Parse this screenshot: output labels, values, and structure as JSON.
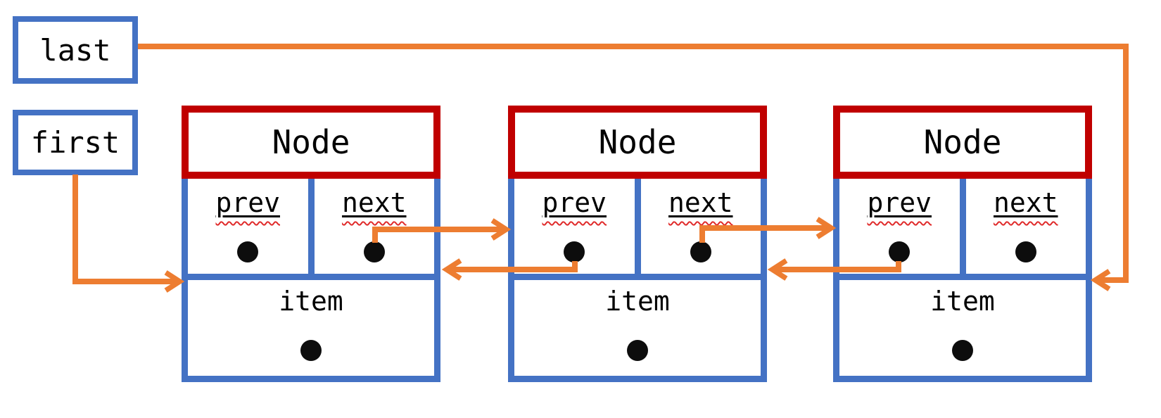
{
  "references": {
    "last_label": "last",
    "first_label": "first"
  },
  "nodes": [
    {
      "header": "Node",
      "prev_label": "prev",
      "next_label": "next",
      "item_label": "item"
    },
    {
      "header": "Node",
      "prev_label": "prev",
      "next_label": "next",
      "item_label": "item"
    },
    {
      "header": "Node",
      "prev_label": "prev",
      "next_label": "next",
      "item_label": "item"
    }
  ],
  "arrows": [
    {
      "name": "last-arrow",
      "from": "last reference box",
      "to": "node 3 right edge",
      "direction": "right, down, then left into node 3"
    },
    {
      "name": "first-arrow",
      "from": "first reference box",
      "to": "node 1 left edge",
      "direction": "down then right into node 1"
    },
    {
      "name": "node1-next-arrow",
      "from": "node 1 next dot",
      "to": "node 2 left edge",
      "direction": "up then right"
    },
    {
      "name": "node2-next-arrow",
      "from": "node 2 next dot",
      "to": "node 3 left edge",
      "direction": "up then right"
    },
    {
      "name": "node2-prev-arrow",
      "from": "node 2 prev dot",
      "to": "node 1 right edge",
      "direction": "down then left"
    },
    {
      "name": "node3-prev-arrow",
      "from": "node 3 prev dot",
      "to": "node 2 right edge",
      "direction": "down then left"
    }
  ],
  "icons": {
    "pointer_dot": "filled-black-circle",
    "arrowhead": "open-orange-chevron"
  },
  "colors": {
    "background": "#ffffff",
    "text": "#000000",
    "box_border_blue": "#4472c4",
    "node_header_red": "#c00000",
    "arrow_orange": "#ed7d31",
    "dot_black": "#0d0d0d",
    "underline_black": "#000000",
    "squiggle_red": "#e02b2b"
  }
}
